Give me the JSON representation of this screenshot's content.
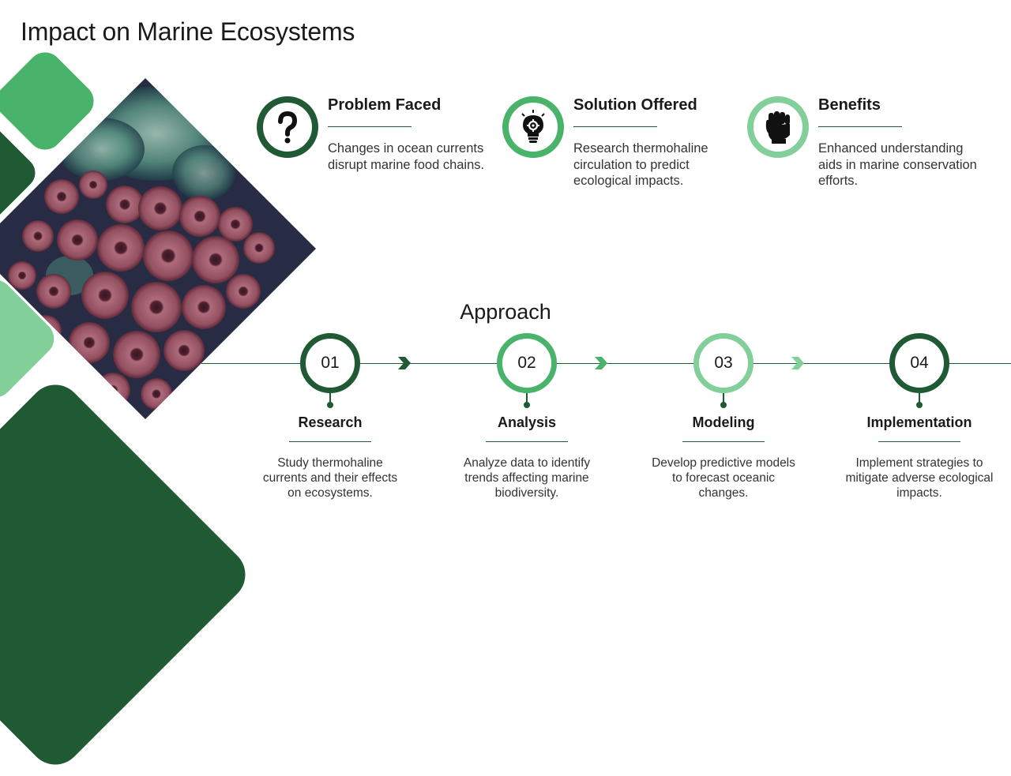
{
  "title": "Impact on Marine Ecosystems",
  "colors": {
    "dark_green": "#205a34",
    "mid_green": "#49b36b",
    "light_green": "#82cf99"
  },
  "cards": [
    {
      "icon": "question-mark-icon",
      "title": "Problem Faced",
      "text": "Changes in ocean currents disrupt marine food chains."
    },
    {
      "icon": "lightbulb-gear-icon",
      "title": "Solution Offered",
      "text": "Research thermohaline circulation to predict ecological impacts."
    },
    {
      "icon": "raised-fist-icon",
      "title": "Benefits",
      "text": "Enhanced understanding aids in marine conservation efforts."
    }
  ],
  "approach": {
    "heading": "Approach",
    "steps": [
      {
        "number": "01",
        "title": "Research",
        "text": "Study thermohaline currents and their effects on ecosystems."
      },
      {
        "number": "02",
        "title": "Analysis",
        "text": "Analyze data to identify trends affecting marine biodiversity."
      },
      {
        "number": "03",
        "title": "Modeling",
        "text": "Develop predictive models to forecast oceanic changes."
      },
      {
        "number": "04",
        "title": "Implementation",
        "text": "Implement strategies to mitigate adverse ecological impacts."
      }
    ]
  }
}
